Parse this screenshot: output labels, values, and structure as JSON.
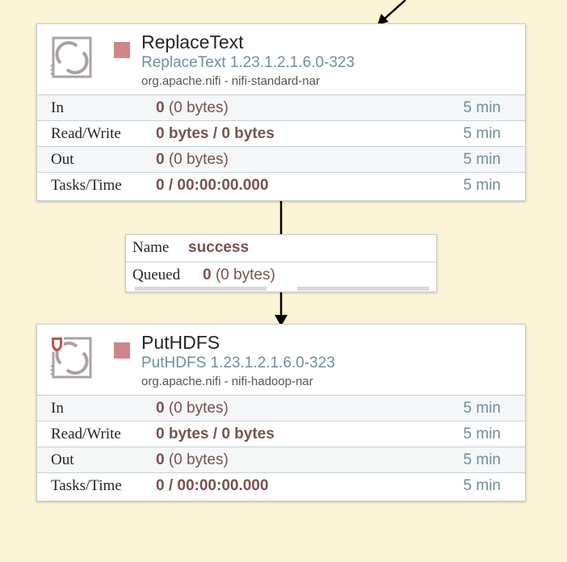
{
  "processors": [
    {
      "name": "ReplaceText",
      "type": "ReplaceText 1.23.1.2.1.6.0-323",
      "bundle": "org.apache.nifi - nifi-standard-nar",
      "restricted": false,
      "run_state": "stopped",
      "stats": {
        "in": {
          "label": "In",
          "count": "0",
          "size": "(0 bytes)",
          "time": "5 min"
        },
        "read_write": {
          "label": "Read/Write",
          "value": "0 bytes / 0 bytes",
          "time": "5 min"
        },
        "out": {
          "label": "Out",
          "count": "0",
          "size": "(0 bytes)",
          "time": "5 min"
        },
        "tasks_time": {
          "label": "Tasks/Time",
          "value": "0 / 00:00:00.000",
          "time": "5 min"
        }
      }
    },
    {
      "name": "PutHDFS",
      "type": "PutHDFS 1.23.1.2.1.6.0-323",
      "bundle": "org.apache.nifi - nifi-hadoop-nar",
      "restricted": true,
      "run_state": "stopped",
      "stats": {
        "in": {
          "label": "In",
          "count": "0",
          "size": "(0 bytes)",
          "time": "5 min"
        },
        "read_write": {
          "label": "Read/Write",
          "value": "0 bytes / 0 bytes",
          "time": "5 min"
        },
        "out": {
          "label": "Out",
          "count": "0",
          "size": "(0 bytes)",
          "time": "5 min"
        },
        "tasks_time": {
          "label": "Tasks/Time",
          "value": "0 / 00:00:00.000",
          "time": "5 min"
        }
      }
    }
  ],
  "connection": {
    "name_label": "Name",
    "name": "success",
    "queued_label": "Queued",
    "queued_count": "0",
    "queued_size": "(0 bytes)",
    "backpressure_object_fill": 0,
    "backpressure_size_fill": 0
  },
  "colors": {
    "canvas": "#fcf4d6",
    "stopped": "#cc8888",
    "value": "#775351",
    "muted": "#728e9b",
    "restricted": "#ba554a"
  }
}
